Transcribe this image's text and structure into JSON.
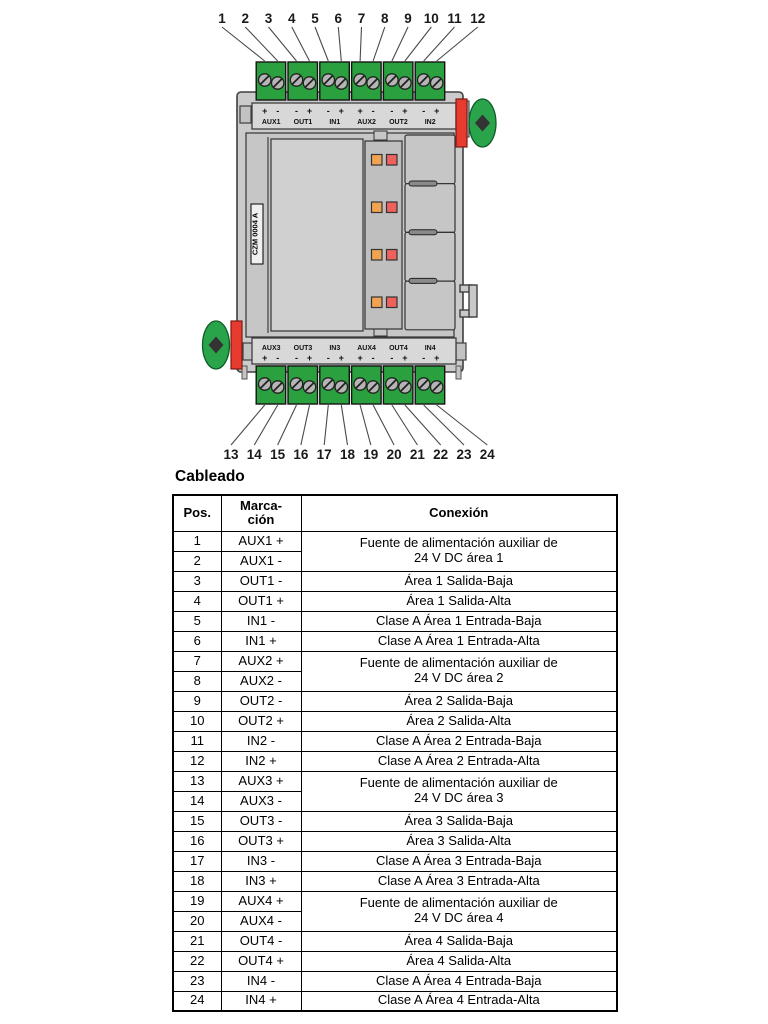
{
  "section_title": "Cableado",
  "diagram": {
    "model_label": "CZM 0004 A",
    "top_pins": [
      "1",
      "2",
      "3",
      "4",
      "5",
      "6",
      "7",
      "8",
      "9",
      "10",
      "11",
      "12"
    ],
    "bottom_pins": [
      "13",
      "14",
      "15",
      "16",
      "17",
      "18",
      "19",
      "20",
      "21",
      "22",
      "23",
      "24"
    ],
    "top_groups": [
      {
        "label": "AUX1",
        "sign_left": "+",
        "sign_right": "-"
      },
      {
        "label": "OUT1",
        "sign_left": "-",
        "sign_right": "+"
      },
      {
        "label": "IN1",
        "sign_left": "-",
        "sign_right": "+"
      },
      {
        "label": "AUX2",
        "sign_left": "+",
        "sign_right": "-"
      },
      {
        "label": "OUT2",
        "sign_left": "-",
        "sign_right": "+"
      },
      {
        "label": "IN2",
        "sign_left": "-",
        "sign_right": "+"
      }
    ],
    "bottom_groups": [
      {
        "label": "AUX3",
        "sign_left": "+",
        "sign_right": "-"
      },
      {
        "label": "OUT3",
        "sign_left": "-",
        "sign_right": "+"
      },
      {
        "label": "IN3",
        "sign_left": "-",
        "sign_right": "+"
      },
      {
        "label": "AUX4",
        "sign_left": "+",
        "sign_right": "-"
      },
      {
        "label": "OUT4",
        "sign_left": "-",
        "sign_right": "+"
      },
      {
        "label": "IN4",
        "sign_left": "-",
        "sign_right": "+"
      }
    ],
    "colors": {
      "terminal_green": "#2aa03f",
      "clip_red": "#e63b2e",
      "release_green": "#2aa44b",
      "led_orange": "#f2a351",
      "led_red": "#ee615c",
      "body_gray": "#cbcbcb"
    }
  },
  "table": {
    "col_pos": "Pos.",
    "col_marking_line1": "Marca-",
    "col_marking_line2": "ción",
    "col_connection": "Conexión",
    "rows": [
      {
        "pos": "1",
        "marking": "AUX1 +",
        "connection_line1": "Fuente de alimentación auxiliar de",
        "connection_line2": "24 V DC área 1"
      },
      {
        "pos": "2",
        "marking": "AUX1 -"
      },
      {
        "pos": "3",
        "marking": "OUT1 -",
        "connection": "Área 1 Salida-Baja"
      },
      {
        "pos": "4",
        "marking": "OUT1 +",
        "connection": "Área 1 Salida-Alta"
      },
      {
        "pos": "5",
        "marking": "IN1 -",
        "connection": "Clase A Área 1 Entrada-Baja"
      },
      {
        "pos": "6",
        "marking": "IN1 +",
        "connection": "Clase A Área 1 Entrada-Alta"
      },
      {
        "pos": "7",
        "marking": "AUX2 +",
        "connection_line1": "Fuente de alimentación auxiliar de",
        "connection_line2": "24 V DC área 2"
      },
      {
        "pos": "8",
        "marking": "AUX2 -"
      },
      {
        "pos": "9",
        "marking": "OUT2 -",
        "connection": "Área 2 Salida-Baja"
      },
      {
        "pos": "10",
        "marking": "OUT2 +",
        "connection": "Área 2 Salida-Alta"
      },
      {
        "pos": "11",
        "marking": "IN2 -",
        "connection": "Clase A Área 2 Entrada-Baja"
      },
      {
        "pos": "12",
        "marking": "IN2 +",
        "connection": "Clase A Área 2 Entrada-Alta"
      },
      {
        "pos": "13",
        "marking": "AUX3 +",
        "connection_line1": "Fuente de alimentación auxiliar de",
        "connection_line2": "24 V DC área 3"
      },
      {
        "pos": "14",
        "marking": "AUX3 -"
      },
      {
        "pos": "15",
        "marking": "OUT3 -",
        "connection": "Área 3 Salida-Baja"
      },
      {
        "pos": "16",
        "marking": "OUT3 +",
        "connection": "Área 3 Salida-Alta"
      },
      {
        "pos": "17",
        "marking": "IN3 -",
        "connection": "Clase A Área 3 Entrada-Baja"
      },
      {
        "pos": "18",
        "marking": "IN3 +",
        "connection": "Clase A Área 3 Entrada-Alta"
      },
      {
        "pos": "19",
        "marking": "AUX4 +",
        "connection_line1": "Fuente de alimentación auxiliar de",
        "connection_line2": "24 V DC área 4"
      },
      {
        "pos": "20",
        "marking": "AUX4 -"
      },
      {
        "pos": "21",
        "marking": "OUT4 -",
        "connection": "Área 4 Salida-Baja"
      },
      {
        "pos": "22",
        "marking": "OUT4 +",
        "connection": "Área 4 Salida-Alta"
      },
      {
        "pos": "23",
        "marking": "IN4 -",
        "connection": "Clase A Área 4 Entrada-Baja"
      },
      {
        "pos": "24",
        "marking": "IN4 +",
        "connection": "Clase A Área 4 Entrada-Alta"
      }
    ]
  }
}
